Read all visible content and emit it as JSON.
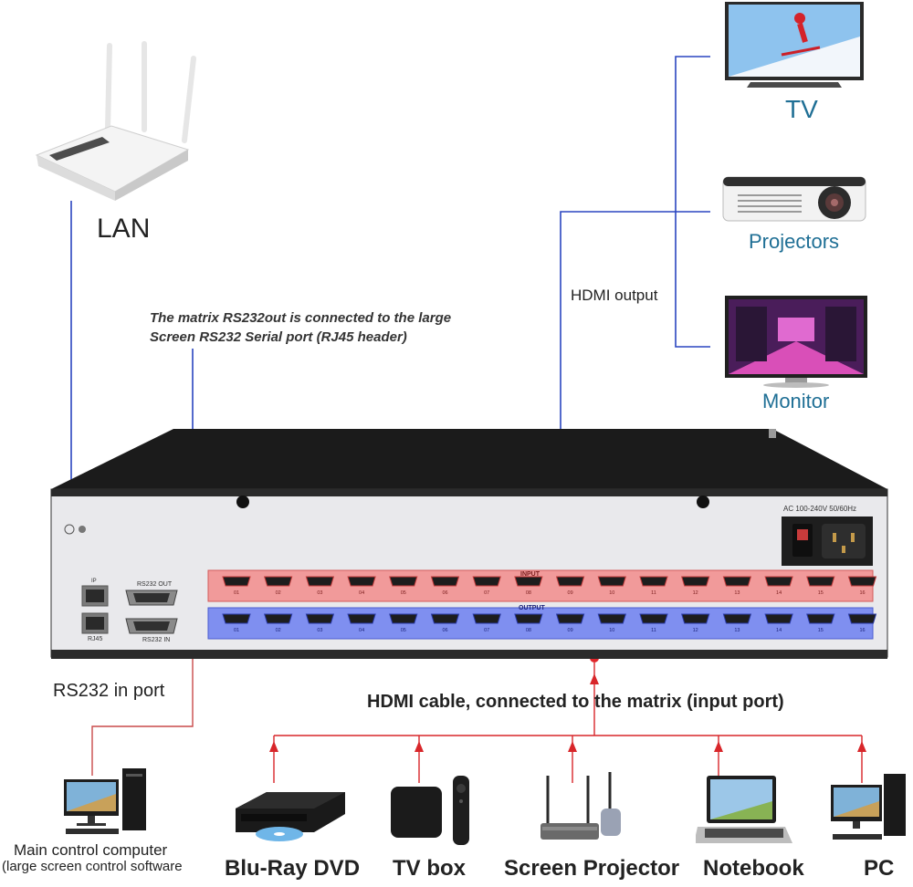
{
  "labels": {
    "lan": "LAN",
    "tv": "TV",
    "projectors": "Projectors",
    "monitor": "Monitor",
    "hdmi_output": "HDMI output",
    "rs232_note_line1": "The matrix RS232out is connected to the large",
    "rs232_note_line2": "Screen RS232  Serial port (RJ45 header)",
    "rs232_in_port": "RS232 in port",
    "hdmi_cable": "HDMI cable, connected to the matrix (input port)",
    "main_computer_line1": "Main control computer",
    "main_computer_line2": "(large screen control software",
    "bluray": "Blu-Ray DVD",
    "tvbox": "TV box",
    "screen_projector": "Screen Projector",
    "notebook": "Notebook",
    "pc": "PC"
  },
  "device_panel": {
    "input_label": "INPUT",
    "output_label": "OUTPUT",
    "ports": [
      "01",
      "02",
      "03",
      "04",
      "05",
      "06",
      "07",
      "08",
      "09",
      "10",
      "11",
      "12",
      "13",
      "14",
      "15",
      "16"
    ],
    "power_label": "AC 100-240V 50/60Hz",
    "ip_label": "IP",
    "rj45_label": "RJ45",
    "rs232_out_label": "RS232 OUT",
    "rs232_in_label": "RS232 IN"
  },
  "colors": {
    "blue_line": "#1f3fbf",
    "red_line": "#d8262a",
    "input_band": "#f19a9a",
    "output_band": "#7f8ff0"
  }
}
